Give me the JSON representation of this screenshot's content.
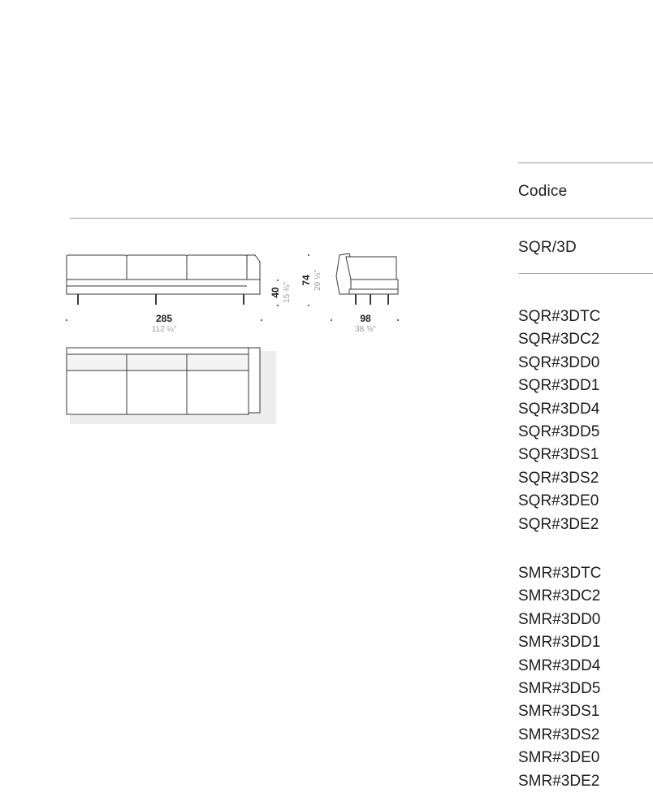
{
  "sheet": {
    "column_header": "Codice",
    "model_code": "SQR/3D",
    "codes_group_1": [
      "SQR#3DTC",
      "SQR#3DC2",
      "SQR#3DD0",
      "SQR#3DD1",
      "SQR#3DD4",
      "SQR#3DD5",
      "SQR#3DS1",
      "SQR#3DS2",
      "SQR#3DE0",
      "SQR#3DE2"
    ],
    "codes_group_2": [
      "SMR#3DTC",
      "SMR#3DC2",
      "SMR#3DD0",
      "SMR#3DD1",
      "SMR#3DD4",
      "SMR#3DD5",
      "SMR#3DS1",
      "SMR#3DS2",
      "SMR#3DE0",
      "SMR#3DE2"
    ]
  },
  "dimensions": {
    "width_cm": "285",
    "width_in": "112 ¼\"",
    "seat_height_cm": "40",
    "seat_height_in": "15 ¾\"",
    "height_cm": "74",
    "height_in": "29 ⅛\"",
    "depth_cm": "98",
    "depth_in": "38 ⅝\""
  },
  "colors": {
    "line": "#3a3a3a",
    "rule": "#9a9a9a",
    "text": "#1d1d1b",
    "muted": "#9a9a9a"
  }
}
